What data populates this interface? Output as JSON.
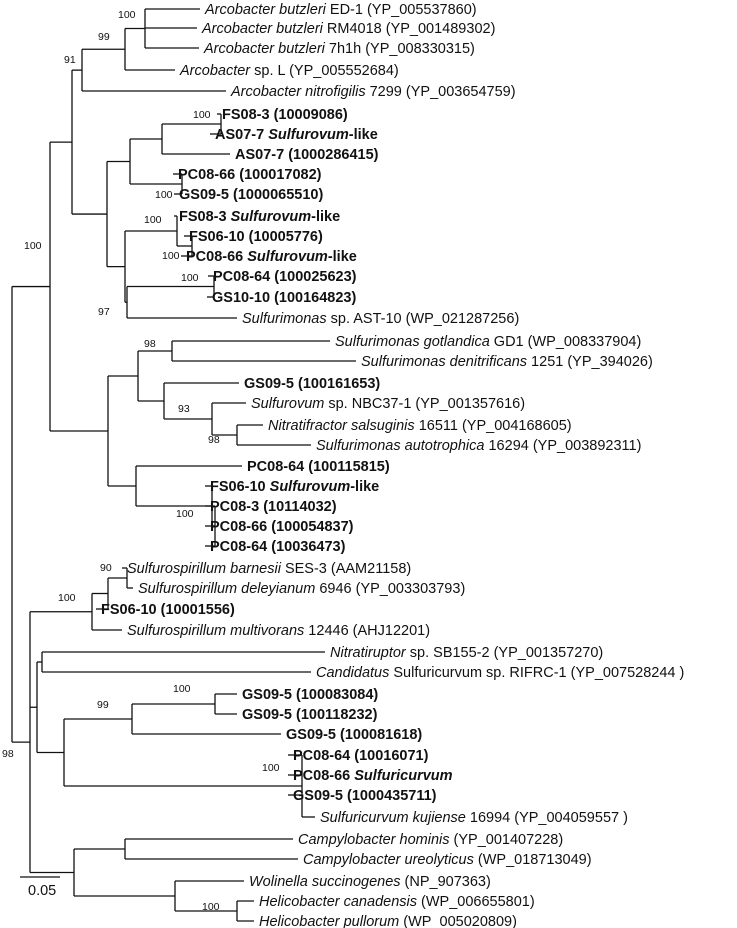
{
  "tree": {
    "scale_label": "0.05",
    "leaves": [
      {
        "id": "L1",
        "segments": [
          {
            "t": "Arcobacter butzleri",
            "i": true,
            "b": false
          },
          {
            "t": " ED-1 (YP_005537860)",
            "i": false,
            "b": false
          }
        ]
      },
      {
        "id": "L2",
        "segments": [
          {
            "t": "Arcobacter butzleri",
            "i": true,
            "b": false
          },
          {
            "t": " RM4018 (YP_001489302)",
            "i": false,
            "b": false
          }
        ]
      },
      {
        "id": "L3",
        "segments": [
          {
            "t": "Arcobacter butzleri",
            "i": true,
            "b": false
          },
          {
            "t": " 7h1h (YP_008330315)",
            "i": false,
            "b": false
          }
        ]
      },
      {
        "id": "L4",
        "segments": [
          {
            "t": "Arcobacter",
            "i": true,
            "b": false
          },
          {
            "t": " sp. L (YP_005552684)",
            "i": false,
            "b": false
          }
        ]
      },
      {
        "id": "L5",
        "segments": [
          {
            "t": "Arcobacter nitrofigilis",
            "i": true,
            "b": false
          },
          {
            "t": " 7299 (YP_003654759)",
            "i": false,
            "b": false
          }
        ]
      },
      {
        "id": "L6",
        "segments": [
          {
            "t": "FS08-3 (10009086)",
            "i": false,
            "b": true
          }
        ]
      },
      {
        "id": "L7",
        "segments": [
          {
            "t": "AS07-7 ",
            "i": false,
            "b": true
          },
          {
            "t": "Sulfurovum",
            "i": true,
            "b": true
          },
          {
            "t": "-like",
            "i": false,
            "b": true
          }
        ]
      },
      {
        "id": "L8",
        "segments": [
          {
            "t": "AS07-7 (1000286415)",
            "i": false,
            "b": true
          }
        ]
      },
      {
        "id": "L9",
        "segments": [
          {
            "t": "PC08-66 (100017082)",
            "i": false,
            "b": true
          }
        ]
      },
      {
        "id": "L10",
        "segments": [
          {
            "t": "GS09-5 (1000065510)",
            "i": false,
            "b": true
          }
        ]
      },
      {
        "id": "L11",
        "segments": [
          {
            "t": "FS08-3 ",
            "i": false,
            "b": true
          },
          {
            "t": "Sulfurovum",
            "i": true,
            "b": true
          },
          {
            "t": "-like",
            "i": false,
            "b": true
          }
        ]
      },
      {
        "id": "L12",
        "segments": [
          {
            "t": "FS06-10 (10005776)",
            "i": false,
            "b": true
          }
        ]
      },
      {
        "id": "L13",
        "segments": [
          {
            "t": "PC08-66 ",
            "i": false,
            "b": true
          },
          {
            "t": "Sulfurovum",
            "i": true,
            "b": true
          },
          {
            "t": "-like",
            "i": false,
            "b": true
          }
        ]
      },
      {
        "id": "L14",
        "segments": [
          {
            "t": "PC08-64 (100025623)",
            "i": false,
            "b": true
          }
        ]
      },
      {
        "id": "L15",
        "segments": [
          {
            "t": "GS10-10 (100164823)",
            "i": false,
            "b": true
          }
        ]
      },
      {
        "id": "L16",
        "segments": [
          {
            "t": "Sulfurimonas",
            "i": true,
            "b": false
          },
          {
            "t": " sp. AST-10 (WP_021287256)",
            "i": false,
            "b": false
          }
        ]
      },
      {
        "id": "L17",
        "segments": [
          {
            "t": "Sulfurimonas gotlandica",
            "i": true,
            "b": false
          },
          {
            "t": " GD1 (WP_008337904)",
            "i": false,
            "b": false
          }
        ]
      },
      {
        "id": "L18",
        "segments": [
          {
            "t": "Sulfurimonas denitrificans",
            "i": true,
            "b": false
          },
          {
            "t": " 1251 (YP_394026)",
            "i": false,
            "b": false
          }
        ]
      },
      {
        "id": "L19",
        "segments": [
          {
            "t": "GS09-5 (100161653)",
            "i": false,
            "b": true
          }
        ]
      },
      {
        "id": "L20",
        "segments": [
          {
            "t": "Sulfurovum",
            "i": true,
            "b": false
          },
          {
            "t": " sp. NBC37-1 (YP_001357616)",
            "i": false,
            "b": false
          }
        ]
      },
      {
        "id": "L21",
        "segments": [
          {
            "t": "Nitratifractor salsuginis",
            "i": true,
            "b": false
          },
          {
            "t": " 16511 (YP_004168605)",
            "i": false,
            "b": false
          }
        ]
      },
      {
        "id": "L22",
        "segments": [
          {
            "t": "Sulfurimonas autotrophica",
            "i": true,
            "b": false
          },
          {
            "t": " 16294 (YP_003892311)",
            "i": false,
            "b": false
          }
        ]
      },
      {
        "id": "L23",
        "segments": [
          {
            "t": "PC08-64 (100115815)",
            "i": false,
            "b": true
          }
        ]
      },
      {
        "id": "L24",
        "segments": [
          {
            "t": "FS06-10 ",
            "i": false,
            "b": true
          },
          {
            "t": "Sulfurovum",
            "i": true,
            "b": true
          },
          {
            "t": "-like",
            "i": false,
            "b": true
          }
        ]
      },
      {
        "id": "L25",
        "segments": [
          {
            "t": "PC08-3 (10114032)",
            "i": false,
            "b": true
          }
        ]
      },
      {
        "id": "L26",
        "segments": [
          {
            "t": "PC08-66 (100054837)",
            "i": false,
            "b": true
          }
        ]
      },
      {
        "id": "L27",
        "segments": [
          {
            "t": "PC08-64 (10036473)",
            "i": false,
            "b": true
          }
        ]
      },
      {
        "id": "L28",
        "segments": [
          {
            "t": "Sulfurospirillum barnesii",
            "i": true,
            "b": false
          },
          {
            "t": " SES-3 (AAM21158)",
            "i": false,
            "b": false
          }
        ]
      },
      {
        "id": "L29",
        "segments": [
          {
            "t": "Sulfurospirillum deleyianum",
            "i": true,
            "b": false
          },
          {
            "t": " 6946 (YP_003303793)",
            "i": false,
            "b": false
          }
        ]
      },
      {
        "id": "L30",
        "segments": [
          {
            "t": "FS06-10 (10001556)",
            "i": false,
            "b": true
          }
        ]
      },
      {
        "id": "L31",
        "segments": [
          {
            "t": "Sulfurospirillum multivorans",
            "i": true,
            "b": false
          },
          {
            "t": " 12446 (AHJ12201)",
            "i": false,
            "b": false
          }
        ]
      },
      {
        "id": "L32",
        "segments": [
          {
            "t": "Nitratiruptor",
            "i": true,
            "b": false
          },
          {
            "t": " sp. SB155-2 (YP_001357270)",
            "i": false,
            "b": false
          }
        ]
      },
      {
        "id": "L33",
        "segments": [
          {
            "t": "Candidatus",
            "i": true,
            "b": false
          },
          {
            "t": " Sulfuricurvum sp. RIFRC-1 (YP_007528244 )",
            "i": false,
            "b": false
          }
        ]
      },
      {
        "id": "L34",
        "segments": [
          {
            "t": "GS09-5 (100083084)",
            "i": false,
            "b": true
          }
        ]
      },
      {
        "id": "L35",
        "segments": [
          {
            "t": "GS09-5 (100118232)",
            "i": false,
            "b": true
          }
        ]
      },
      {
        "id": "L36",
        "segments": [
          {
            "t": "GS09-5 (100081618)",
            "i": false,
            "b": true
          }
        ]
      },
      {
        "id": "L37",
        "segments": [
          {
            "t": "PC08-64 (10016071)",
            "i": false,
            "b": true
          }
        ]
      },
      {
        "id": "L38",
        "segments": [
          {
            "t": "PC08-66 ",
            "i": false,
            "b": true
          },
          {
            "t": "Sulfuricurvum",
            "i": true,
            "b": true
          }
        ]
      },
      {
        "id": "L39",
        "segments": [
          {
            "t": "GS09-5 (1000435711)",
            "i": false,
            "b": true
          }
        ]
      },
      {
        "id": "L40",
        "segments": [
          {
            "t": "Sulfuricurvum kujiense",
            "i": true,
            "b": false
          },
          {
            "t": " 16994 (YP_004059557 )",
            "i": false,
            "b": false
          }
        ]
      },
      {
        "id": "L41",
        "segments": [
          {
            "t": "Campylobacter hominis",
            "i": true,
            "b": false
          },
          {
            "t": " (YP_001407228)",
            "i": false,
            "b": false
          }
        ]
      },
      {
        "id": "L42",
        "segments": [
          {
            "t": "Campylobacter ureolyticus",
            "i": true,
            "b": false
          },
          {
            "t": " (WP_018713049)",
            "i": false,
            "b": false
          }
        ]
      },
      {
        "id": "L43",
        "segments": [
          {
            "t": "Wolinella succinogenes",
            "i": true,
            "b": false
          },
          {
            "t": " (NP_907363)",
            "i": false,
            "b": false
          }
        ]
      },
      {
        "id": "L44",
        "segments": [
          {
            "t": "Helicobacter canadensis",
            "i": true,
            "b": false
          },
          {
            "t": " (WP_006655801)",
            "i": false,
            "b": false
          }
        ]
      },
      {
        "id": "L45",
        "segments": [
          {
            "t": "Helicobacter pullorum",
            "i": true,
            "b": false
          },
          {
            "t": " (WP_005020809)",
            "i": false,
            "b": false
          }
        ]
      }
    ],
    "bootstrap": {
      "nB1": "100",
      "nB2": "99",
      "nA": "91",
      "nE1": "100",
      "nE3": "100",
      "nF1": "100",
      "nF2": "100",
      "nG": "100",
      "nH": "97",
      "nTop": "100",
      "nSG": "98",
      "nNS": "98",
      "nSV": "93",
      "nT": "100",
      "nSB": "90",
      "nSP": "100",
      "nGS": "100",
      "nG3": "99",
      "nSC": "100",
      "nHel": "100",
      "nRoot": "98"
    }
  }
}
